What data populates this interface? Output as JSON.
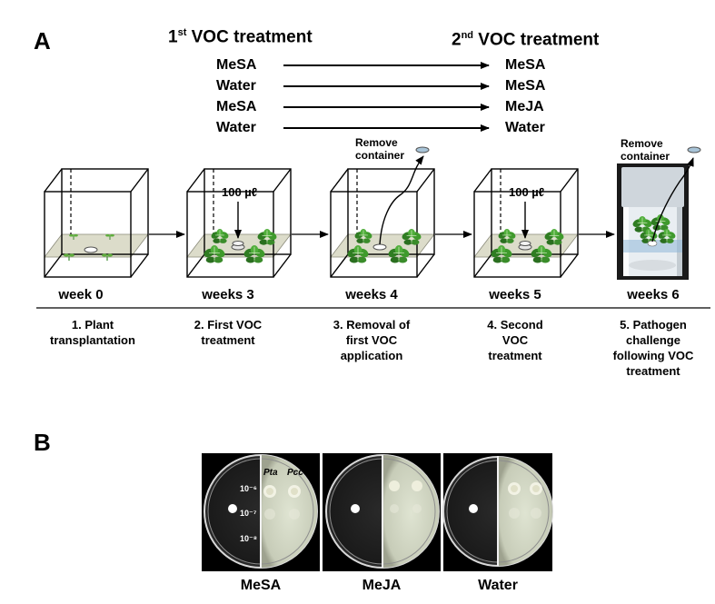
{
  "panel_a": {
    "letter": "A",
    "header_first": {
      "lead": "1",
      "sup": "st",
      "rest": " VOC treatment"
    },
    "header_second": {
      "lead": "2",
      "sup": "nd",
      "rest": " VOC treatment"
    },
    "treatments": [
      {
        "first": "MeSA",
        "second": "MeSA"
      },
      {
        "first": "Water",
        "second": "MeSA"
      },
      {
        "first": "MeSA",
        "second": "MeJA"
      },
      {
        "first": "Water",
        "second": "Water"
      }
    ],
    "stages": [
      {
        "week": "week 0",
        "step": [
          "1. Plant",
          "transplantation"
        ]
      },
      {
        "week": "weeks 3",
        "step": [
          "2. First VOC",
          "treatment"
        ],
        "volume": "100 µℓ"
      },
      {
        "week": "weeks 4",
        "step": [
          "3. Removal of",
          "first VOC",
          "application"
        ],
        "callout": [
          "Remove",
          "container"
        ]
      },
      {
        "week": "weeks 5",
        "step": [
          "4. Second",
          "VOC",
          "treatment"
        ],
        "volume": "100 µℓ"
      },
      {
        "week": "weeks 6",
        "step": [
          "5. Pathogen",
          "challenge",
          "following VOC",
          "treatment"
        ],
        "callout": [
          "Remove",
          "container"
        ]
      }
    ]
  },
  "panel_b": {
    "letter": "B",
    "plate_header": {
      "left": "Pta",
      "right": "Pcc"
    },
    "dilutions": [
      "10⁻⁶",
      "10⁻⁷",
      "10⁻⁸"
    ],
    "plates": [
      {
        "label": "MeSA"
      },
      {
        "label": "MeJA"
      },
      {
        "label": "Water"
      }
    ]
  }
}
